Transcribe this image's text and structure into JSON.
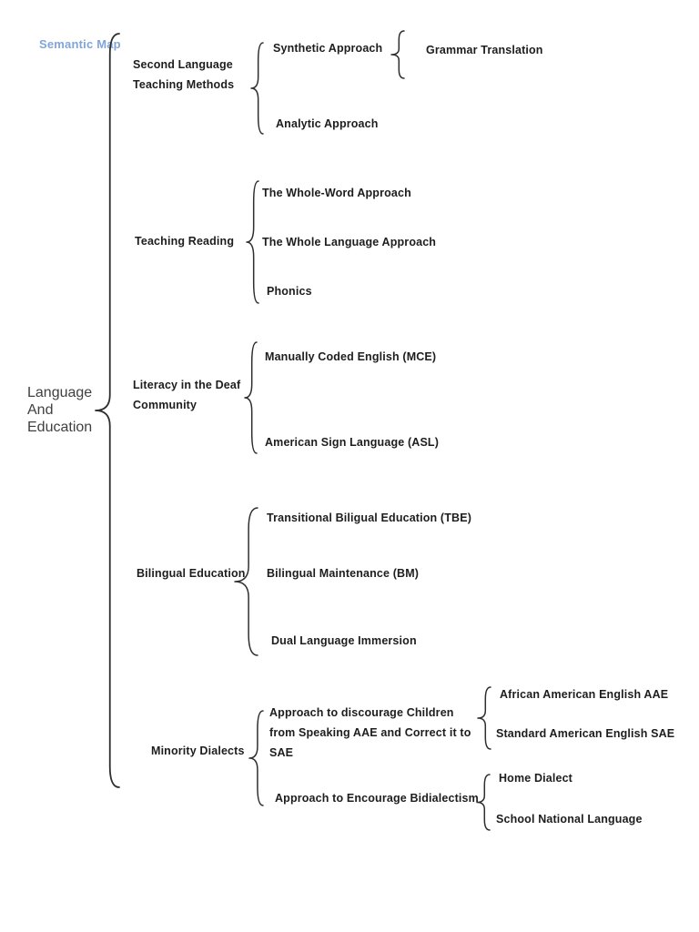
{
  "page": {
    "heading": "Semantic Map",
    "heading_color": "#82a5d8",
    "background_color": "#ffffff",
    "text_color": "#1d1d1d",
    "root_text_color": "#404040",
    "brace_color": "#2e2e2e"
  },
  "map": {
    "root": {
      "label": "Language\n And\nEducation"
    },
    "branches": [
      {
        "label": "Second Language Teaching Methods",
        "children": [
          {
            "label": "Synthetic Approach",
            "children": [
              {
                "label": "Grammar Translation"
              }
            ]
          },
          {
            "label": "Analytic Approach"
          }
        ]
      },
      {
        "label": "Teaching Reading",
        "children": [
          {
            "label": "The Whole-Word Approach"
          },
          {
            "label": "The Whole Language Approach"
          },
          {
            "label": "Phonics"
          }
        ]
      },
      {
        "label": "Literacy in the Deaf Community",
        "children": [
          {
            "label": "Manually Coded English (MCE)"
          },
          {
            "label": "American Sign Language (ASL)"
          }
        ]
      },
      {
        "label": "Bilingual Education",
        "children": [
          {
            "label": "Transitional Biligual Education (TBE)"
          },
          {
            "label": "Bilingual Maintenance (BM)"
          },
          {
            "label": "Dual Language Immersion"
          }
        ]
      },
      {
        "label": "Minority Dialects",
        "children": [
          {
            "label": "Approach to discourage Children from Speaking AAE and Correct it to SAE",
            "children": [
              {
                "label": "African American English AAE"
              },
              {
                "label": "Standard American English SAE"
              }
            ]
          },
          {
            "label": "Approach to Encourage Bidialectism",
            "children": [
              {
                "label": "Home Dialect"
              },
              {
                "label": "School National Language"
              }
            ]
          }
        ]
      }
    ]
  }
}
